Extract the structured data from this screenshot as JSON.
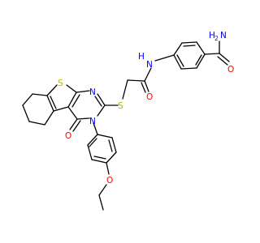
{
  "colors": {
    "bond": "#000000",
    "N": "#0000ff",
    "O": "#ff0000",
    "S": "#b2b200",
    "background": "#ffffff"
  },
  "atoms": {
    "amide_N_label": "N",
    "amide_H2_label": "H",
    "amide_H2_sub": "2",
    "amide_O_label": "O",
    "anilide_NH_N_label": "N",
    "anilide_NH_H_label": "H",
    "acetamide_O_label": "O",
    "thioether_S_label": "S",
    "thiophene_S_label": "S",
    "pyrimidine_N1_label": "N",
    "pyrimidine_N3_label": "N",
    "ketone_O_label": "O",
    "ether_O_label": "O"
  }
}
